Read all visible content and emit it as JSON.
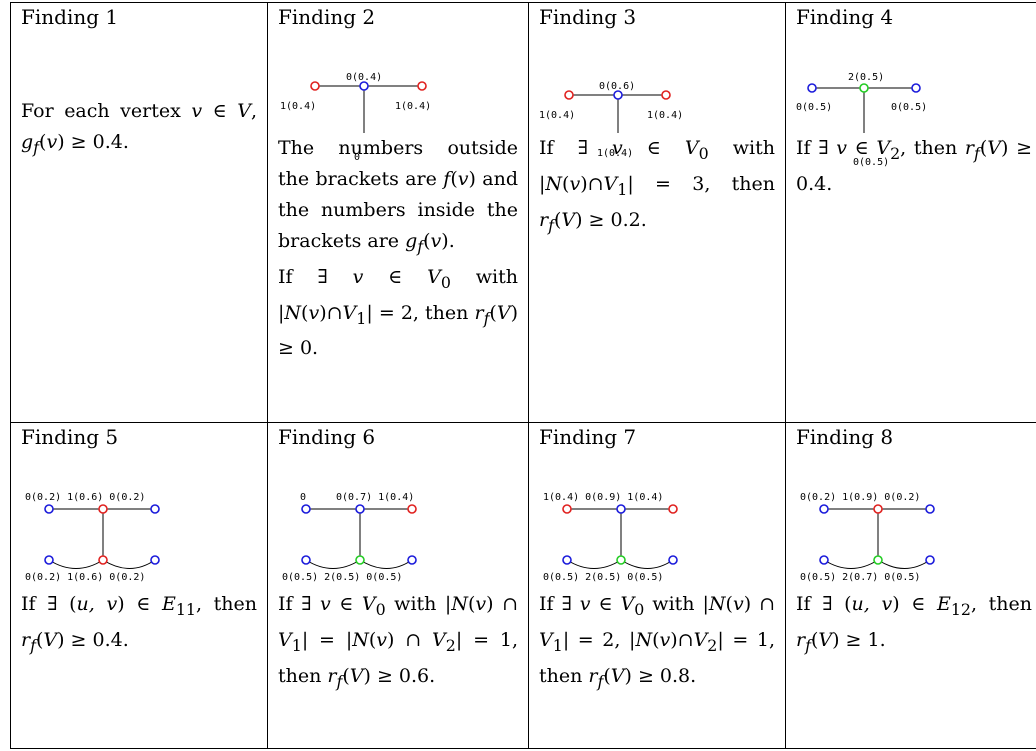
{
  "findings": [
    {
      "title": "Finding 1",
      "text": "For each vertex v ∈ V, g_f(v) ≥ 0.4."
    },
    {
      "title": "Finding 2",
      "labels": [
        "0(0.4)",
        "1(0.4)",
        "1(0.4)",
        "0"
      ],
      "text": "The numbers outside the brackets are f(v) and the numbers inside the brackets are g_f(v). If ∃ v ∈ V₀ with |N(v)∩V₁| = 2, then r_f(V) ≥ 0."
    },
    {
      "title": "Finding 3",
      "labels": [
        "0(0.6)",
        "1(0.4)",
        "1(0.4)",
        "1(0.4)"
      ],
      "text": "If ∃ v ∈ V₀ with |N(v)∩V₁| = 3, then r_f(V) ≥ 0.2."
    },
    {
      "title": "Finding 4",
      "labels": [
        "2(0.5)",
        "0(0.5)",
        "0(0.5)",
        "0(0.5)"
      ],
      "text": "If ∃ v ∈ V₂, then r_f(V) ≥ 0.4."
    },
    {
      "title": "Finding 5",
      "labels_top": "0(0.2) 1(0.6) 0(0.2)",
      "labels_bottom": "0(0.2) 1(0.6) 0(0.2)",
      "text": "If ∃ (u,v) ∈ E₁₁, then r_f(V) ≥ 0.4."
    },
    {
      "title": "Finding 6",
      "labels_top": [
        "0",
        "0(0.7) 1(0.4)"
      ],
      "labels_bottom": "0(0.5) 2(0.5) 0(0.5)",
      "text": "If ∃ v ∈ V₀ with |N(v) ∩ V₁| = |N(v) ∩ V₂| = 1, then r_f(V) ≥ 0.6."
    },
    {
      "title": "Finding 7",
      "labels_top": "1(0.4) 0(0.9) 1(0.4)",
      "labels_bottom": "0(0.5) 2(0.5) 0(0.5)",
      "text": "If ∃ v ∈ V₀ with |N(v) ∩ V₁| = 2, |N(v)∩V₂| = 1, then r_f(V) ≥ 0.8."
    },
    {
      "title": "Finding 8",
      "labels_top": "0(0.2) 1(0.9) 0(0.2)",
      "labels_bottom": "0(0.5) 2(0.7) 0(0.5)",
      "text": "If ∃ (u,v) ∈ E₁₂, then r_f(V) ≥ 1."
    }
  ],
  "colors": {
    "red": "#e0201e",
    "blue": "#1a1adb",
    "green": "#22cc22"
  }
}
